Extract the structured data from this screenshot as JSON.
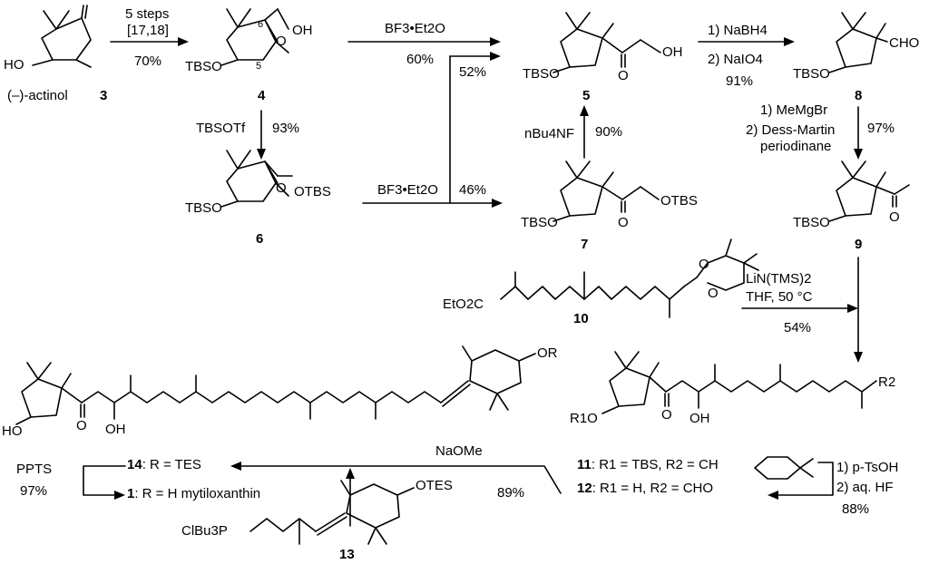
{
  "compounds": {
    "actinol": {
      "name": "(–)-actinol",
      "number": "3",
      "labels": {
        "ho": "HO"
      }
    },
    "c4": {
      "number": "4",
      "labels": {
        "tbso": "TBSO",
        "oh": "OH",
        "o": "O",
        "n6": "6",
        "n5": "5"
      }
    },
    "c5": {
      "number": "5",
      "labels": {
        "tbso": "TBSO",
        "oh": "OH",
        "o": "O"
      }
    },
    "c6": {
      "number": "6",
      "labels": {
        "tbso": "TBSO",
        "otbs": "OTBS",
        "o": "O"
      }
    },
    "c7": {
      "number": "7",
      "labels": {
        "tbso": "TBSO",
        "otbs": "OTBS",
        "o": "O"
      }
    },
    "c8": {
      "number": "8",
      "labels": {
        "tbso": "TBSO",
        "cho": "CHO"
      }
    },
    "c9": {
      "number": "9",
      "labels": {
        "tbso": "TBSO",
        "o": "O"
      }
    },
    "c10": {
      "number": "10",
      "labels": {
        "ester": "EtO2C",
        "o": "O"
      }
    },
    "c11": {
      "labels": {
        "r1o": "R1O",
        "o": "O",
        "oh": "OH",
        "r2": "R2"
      }
    },
    "c13": {
      "number": "13",
      "labels": {
        "p": "ClBu3P",
        "otes": "OTES"
      }
    },
    "c1": {
      "labels": {
        "ho": "HO",
        "o": "O",
        "oh": "OH",
        "or": "OR"
      }
    }
  },
  "arrows": {
    "a1": {
      "above": "5 steps",
      "above2": "[17,18]",
      "below": "70%"
    },
    "a2": {
      "above": "BF3•Et2O",
      "below": "60%"
    },
    "a3": {
      "side": "TBSOTf",
      "yield": "93%"
    },
    "a4": {
      "above": "BF3•Et2O",
      "yield": "46%",
      "branch_yield": "52%"
    },
    "a5": {
      "reagent": "nBu4NF",
      "yield": "90%"
    },
    "a6": {
      "step1": "1) NaBH4",
      "step2": "2) NaIO4",
      "yield": "91%"
    },
    "a7": {
      "step1": "1) MeMgBr",
      "step2": "2) Dess-Martin",
      "step2b": "periodinane",
      "yield": "97%"
    },
    "a8": {
      "reagent": "LiN(TMS)2",
      "cond": "THF, 50 °C",
      "yield": "54%"
    },
    "a9": {
      "step1": "1) p-TsOH",
      "step2": "2) aq. HF",
      "yield": "88%"
    },
    "a10": {
      "reagent": "NaOMe",
      "yield": "89%"
    },
    "a11": {
      "reagent": "PPTS",
      "yield": "97%"
    }
  },
  "legend": {
    "c11": {
      "num": "11",
      "text1": ": R1 = TBS,  R2 = ",
      "ch": "CH"
    },
    "c12": {
      "num": "12",
      "text": ": R1 = H,  R2 = CHO"
    },
    "c14": {
      "num": "14",
      "text": ": R = TES"
    },
    "c1": {
      "num": "1",
      "text": ": R = H  mytiloxanthin"
    }
  }
}
